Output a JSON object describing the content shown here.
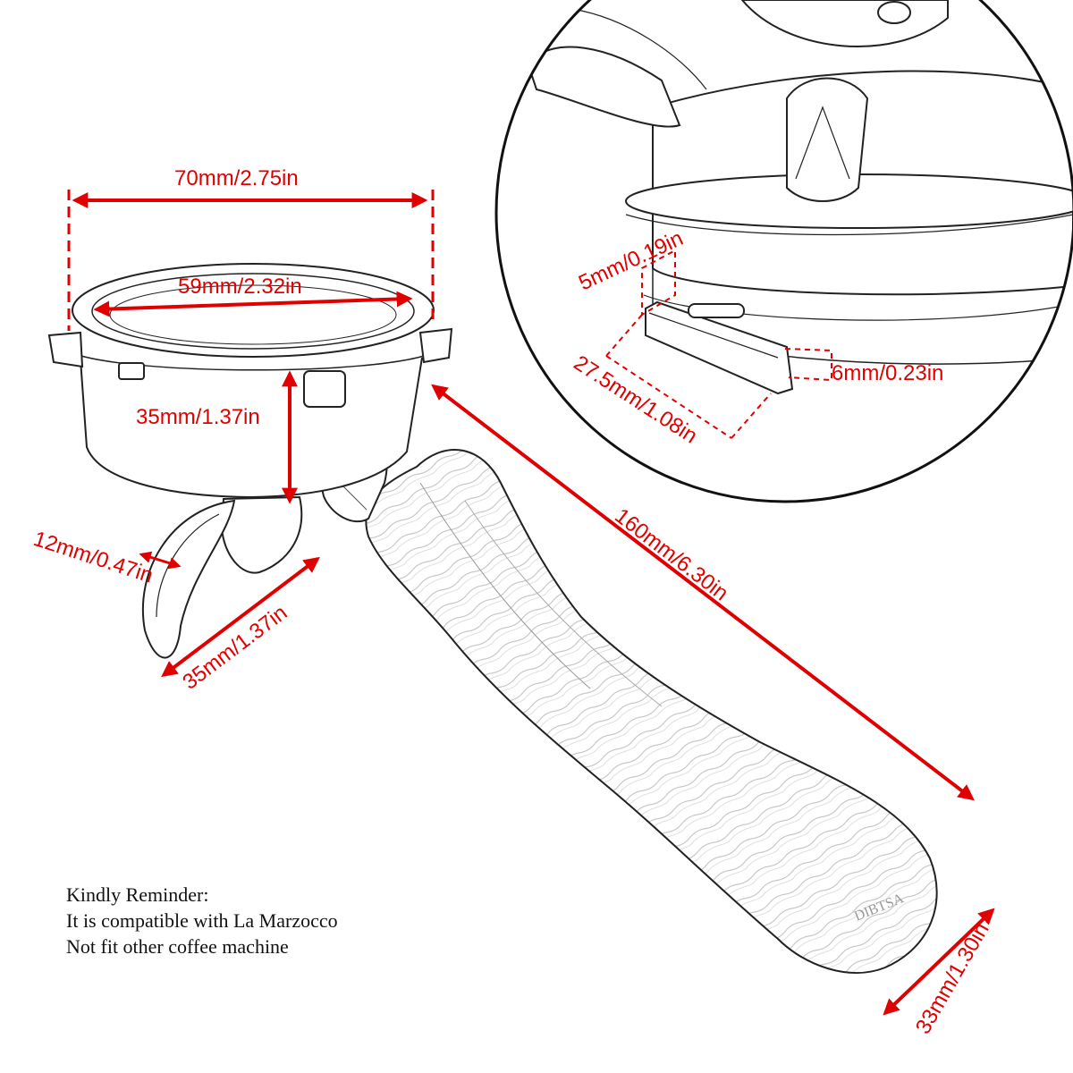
{
  "colors": {
    "dimension": "#e00000",
    "outline": "#222222",
    "background": "#ffffff"
  },
  "dimensions": {
    "outer_width": "70mm/2.75in",
    "inner_diameter": "59mm/2.32in",
    "basket_height": "35mm/1.37in",
    "spout_width": "12mm/0.47in",
    "spout_length": "35mm/1.37in",
    "total_length": "160mm/6.30in",
    "handle_diameter": "33mm/1.30in",
    "tab_height": "5mm/0.19in",
    "tab_length": "27.5mm/1.08in",
    "tab_width": "6mm/0.23in"
  },
  "brand_mark": "DIBTSA",
  "reminder": {
    "title": "Kindly Reminder:",
    "line1": "It is compatible with La Marzocco",
    "line2": "Not fit other coffee machine"
  }
}
